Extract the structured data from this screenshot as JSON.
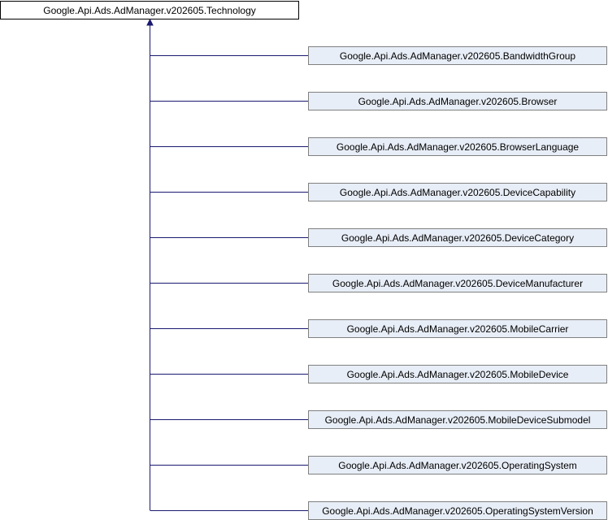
{
  "diagram": {
    "base_class": "Google.Api.Ads.AdManager.v202605.Technology",
    "derived_classes": [
      "Google.Api.Ads.AdManager.v202605.BandwidthGroup",
      "Google.Api.Ads.AdManager.v202605.Browser",
      "Google.Api.Ads.AdManager.v202605.BrowserLanguage",
      "Google.Api.Ads.AdManager.v202605.DeviceCapability",
      "Google.Api.Ads.AdManager.v202605.DeviceCategory",
      "Google.Api.Ads.AdManager.v202605.DeviceManufacturer",
      "Google.Api.Ads.AdManager.v202605.MobileCarrier",
      "Google.Api.Ads.AdManager.v202605.MobileDevice",
      "Google.Api.Ads.AdManager.v202605.MobileDeviceSubmodel",
      "Google.Api.Ads.AdManager.v202605.OperatingSystem",
      "Google.Api.Ads.AdManager.v202605.OperatingSystemVersion"
    ],
    "colors": {
      "edge": "#191970",
      "derived_fill": "#e8eef7",
      "derived_border": "#808080",
      "base_fill": "#ffffff",
      "base_border": "#000000"
    }
  }
}
